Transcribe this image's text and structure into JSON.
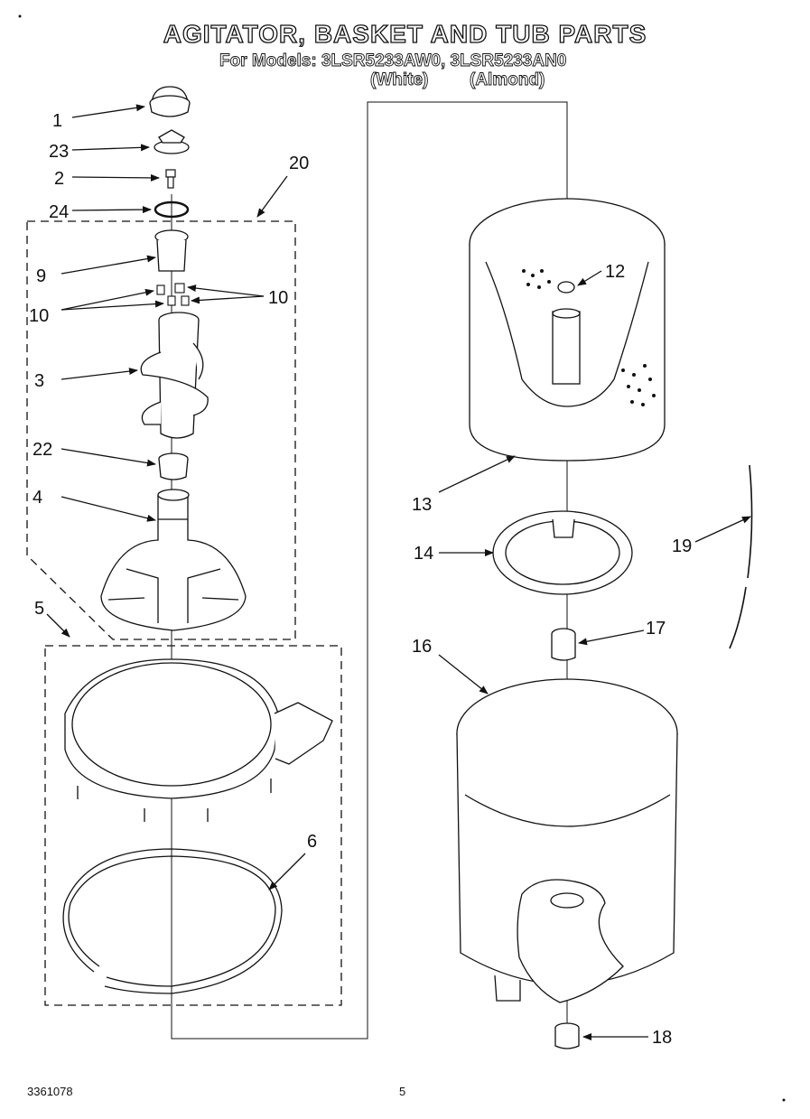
{
  "header": {
    "title": "AGITATOR, BASKET AND TUB PARTS",
    "subtitle": "For Models: 3LSR5233AW0, 3LSR5233AN0",
    "variant_white": "(White)",
    "variant_almond": "(Almond)"
  },
  "callouts": {
    "c1": "1",
    "c23": "23",
    "c2": "2",
    "c24": "24",
    "c20": "20",
    "c9": "9",
    "c10a": "10",
    "c10b": "10",
    "c3": "3",
    "c22": "22",
    "c4": "4",
    "c5": "5",
    "c6": "6",
    "c12": "12",
    "c13": "13",
    "c14": "14",
    "c19": "19",
    "c17": "17",
    "c16": "16",
    "c18": "18"
  },
  "footer": {
    "doc_number": "3361078",
    "page": "5"
  }
}
